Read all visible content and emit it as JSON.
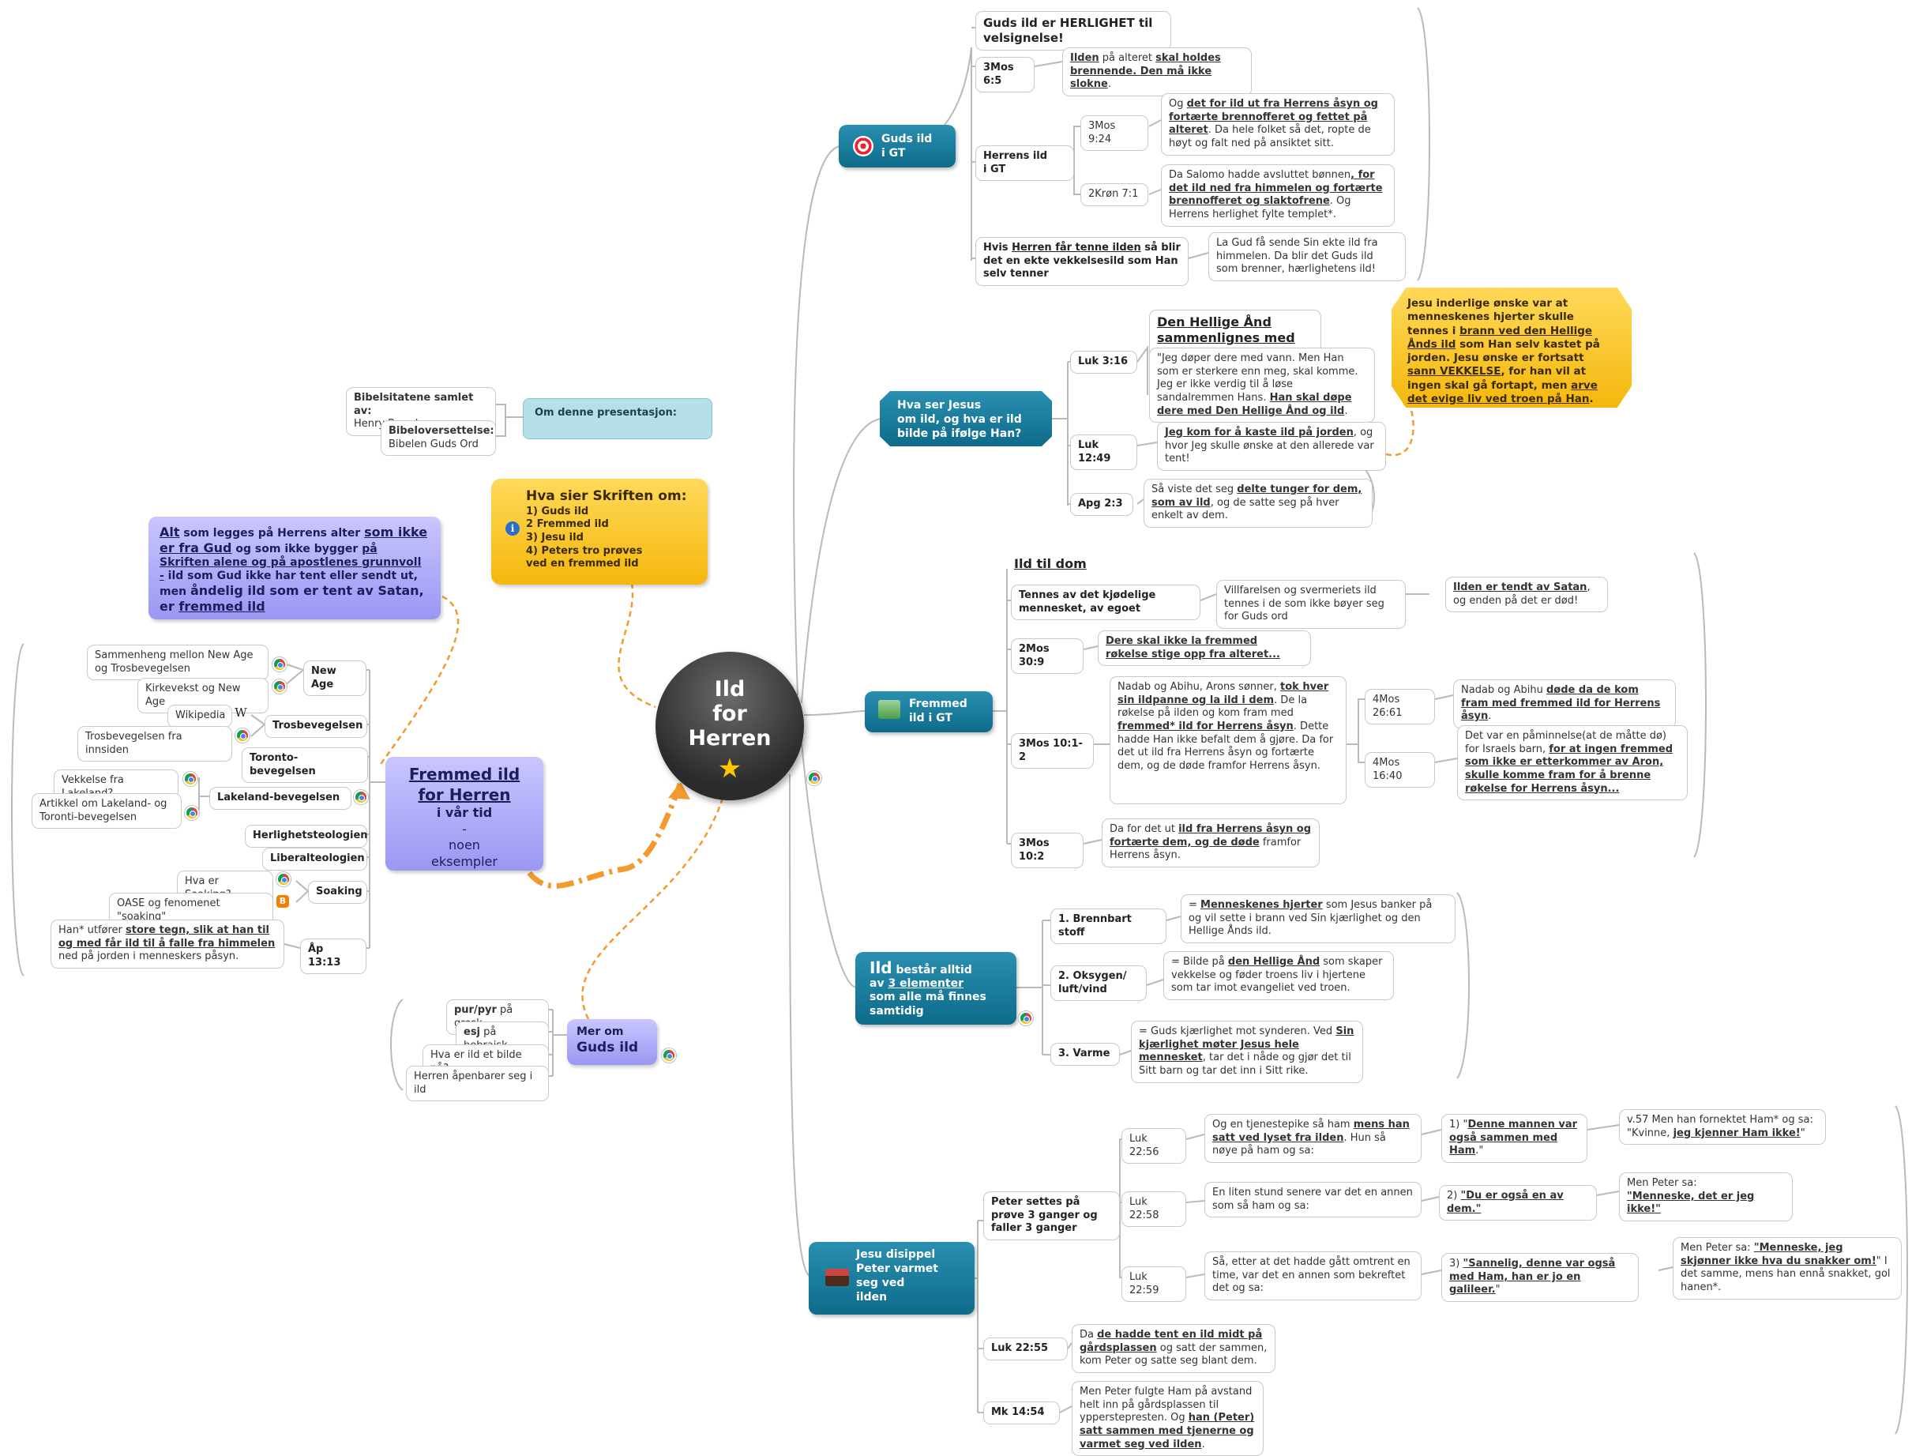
{
  "center": {
    "line1": "Ild",
    "line2": "for",
    "line3": "Herren"
  },
  "about": {
    "title": "Om denne presentasjon:",
    "collected_label": "Bibelsitatene samlet av:",
    "collected_value": "Henry Baardsen",
    "translation_label": "Bibeloversettelse:",
    "translation_value": "Bibelen Guds Ord"
  },
  "scripture": {
    "title": "Hva sier Skriften om:",
    "item1": "1) Guds ild",
    "item2": "2 Fremmed ild",
    "item3": "3) Jesu ild",
    "item4": "4) Peters tro prøves",
    "item5": "ved en fremmed ild"
  },
  "altar": {
    "p1": "Alt",
    "p2": " som legges på Herrens alter ",
    "p3": "som ikke er fra Gud",
    "p4": " og som ikke bygger ",
    "p5": "på Skriften alene og på apostlenes grunnvoll -",
    "p6": " ild som Gud ikke har tent eller sendt ut, men ",
    "p7": "åndelig ild som er tent av Satan, er ",
    "p8": "fremmed ild"
  },
  "strange": {
    "line1": "Fremmed ild",
    "line2": "for Herren",
    "line3": "i vår tid",
    "line4": "-",
    "line5": "noen",
    "line6": "eksempler"
  },
  "left": {
    "new_age": "New Age",
    "na_leaf1": "Sammenheng mellon New Age og Trosbevegelsen",
    "na_leaf2": "Kirkevekst og New Age",
    "tros": "Trosbevegelsen",
    "tros_leaf1": "Wikipedia",
    "tros_leaf2": "Trosbevegelsen fra innsiden",
    "toronto": "Toronto-bevegelsen",
    "lakeland": "Lakeland-bevegelsen",
    "lk_leaf1": "Vekkelse fra Lakeland?",
    "lk_leaf2": "Artikkel om Lakeland- og Toronti-bevegelsen",
    "herlighet": "Herlighetsteologien",
    "liberal": "Liberalteologien",
    "soaking": "Soaking",
    "sk_leaf1": "Hva er Soaking?",
    "sk_leaf2": "OASE og fenomenet \"soaking\"",
    "ap": "Åp 13:13",
    "ap_a": "Han* utfører ",
    "ap_b": "store tegn, slik at han til og med får ild til å falle fra himmelen",
    "ap_c": " ned på jorden i menneskers påsyn."
  },
  "more": {
    "line1": "Mer om",
    "line2": "Guds ild",
    "l1a": "pur/pyr",
    "l1b": " på gresk",
    "l2a": "esj",
    "l2b": " på hebraisk",
    "l3": "Hva er ild et bilde på?",
    "l4": "Herren åpenbarer seg i ild"
  },
  "gt": {
    "topic": "Guds ild\ni GT",
    "glory": "Guds ild er HERLIGHET til velsignelse!",
    "m65": "3Mos 6:5",
    "m65_a": "Ilden",
    "m65_b": " på alteret ",
    "m65_c": "skal holdes brennende. Den må ikke slokne",
    "herrens": "Herrens ild\ni GT",
    "m924": "3Mos 9:24",
    "m924_a": "Og ",
    "m924_b": "det for ild ut fra Herrens åsyn og fortærte brennofferet og fettet på alteret",
    "m924_c": ". Da hele folket så det, ropte de høyt og falt ned på ansiktet sitt.",
    "k71": "2Krøn 7:1",
    "k71_a": "Da Salomo hadde avsluttet bønnen",
    "k71_b": ", for det ild ned fra himmelen og fortærte brennofferet og slaktofrene",
    "k71_c": ". Og Herrens herlighet fylte templet*.",
    "hvis_a": "Hvis ",
    "hvis_b": "Herren får tenne ilden",
    "hvis_c": " så blir det en ekte vekkelsesild som Han selv tenner",
    "hvis_leaf": "La Gud få sende Sin ekte ild fra himmelen. Da blir det Guds ild som brenner, hærlighetens ild!"
  },
  "jesus": {
    "topic": "Hva ser Jesus\nom ild, og hva er ild\nbilde på ifølge Han?",
    "spirit_title": "Den Hellige Ånd sammenlignes med ild",
    "l316": "Luk 3:16",
    "l316_a": "\"Jeg døper dere med vann. Men Han som er sterkere enn meg, skal komme. Jeg er ikke verdig til å løse sandalremmen Hans. ",
    "l316_b": "Han skal døpe dere med Den Hellige Ånd og ild",
    "l1249": "Luk 12:49",
    "l1249_a": "Jeg kom for å kaste ild på jorden",
    "l1249_b": ", og hvor Jeg skulle ønske at den allerede var tent!",
    "ap23": "Apg 2:3",
    "ap23_a": "Så viste det seg ",
    "ap23_b": "delte tunger for dem, som av ild",
    "ap23_c": ", og de satte seg på hver enkelt av dem.",
    "callout_a": "Jesu inderlige ønske var at menneskenes hjerter skulle tennes i ",
    "callout_b": "brann ved den Hellige Ånds ild",
    "callout_c": " som Han selv kastet på jorden. Jesu ønske er fortsatt ",
    "callout_d": "sann VEKKELSE",
    "callout_e": ", for han vil at ingen skal gå fortapt, men ",
    "callout_f": "arve det evige liv ved troen på Han",
    "callout_g": "."
  },
  "fremmed": {
    "topic": "Fremmed\nild i GT",
    "dom": "Ild til dom",
    "tennes": "Tennes av det kjødelige mennesket, av egoet",
    "tennes_leaf": "Villfarelsen og svermeriets ild tennes i de som ikke bøyer seg for Guds ord",
    "tennes_leaf2_a": "Ilden er tendt av Satan",
    "tennes_leaf2_b": ", og enden på det er død!",
    "m309": "2Mos 30:9",
    "m309_leaf": "Dere skal ikke la fremmed røkelse stige opp fra alteret...",
    "m101": "3Mos 10:1-2",
    "m101_a": "Nadab og Abihu, Arons sønner, ",
    "m101_b": "tok hver sin ildpanne og la ild i dem",
    "m101_c": ". De la røkelse på ilden og kom fram med ",
    "m101_d": "fremmed* ild for Herrens åsyn",
    "m101_e": ". Dette hadde Han ikke befalt dem å gjøre. Da for det ut ild fra Herrens åsyn og fortærte dem, og de døde framfor Herrens åsyn.",
    "m2661": "4Mos 26:61",
    "m2661_a": "Nadab og Abihu ",
    "m2661_b": "døde da de kom fram med fremmed ild for Herrens åsyn",
    "m1640": "4Mos 16:40",
    "m1640_a": "Det var en påminnelse(at de måtte dø) for Israels barn, ",
    "m1640_b": "for at ingen fremmed som ikke er etterkommer av Aron, skulle komme fram for å brenne røkelse for Herrens åsyn...",
    "m102": "3Mos 10:2",
    "m102_a": "Da for det ut ",
    "m102_b": "ild fra Herrens åsyn og fortærte dem, og de døde",
    "m102_c": " framfor Herrens åsyn."
  },
  "elements": {
    "t1": "Ild",
    "t2": " består alltid",
    "t3": "av ",
    "t4": "3 elementer",
    "t5": "som alle må finnes",
    "t6": "samtidig",
    "e1": "1. Brennbart stoff",
    "e1_a": "= ",
    "e1_b": "Menneskenes hjerter",
    "e1_c": " som Jesus banker på og vil sette i brann ved Sin kjærlighet og den Hellige Ånds ild.",
    "e2": "2. Oksygen/\nluft/vind",
    "e2_a": "= Bilde på ",
    "e2_b": "den Hellige Ånd",
    "e2_c": " som skaper vekkelse og føder troens liv i hjertene som tar imot evangeliet ved troen.",
    "e3": "3. Varme",
    "e3_a": "= Guds kjærlighet mot synderen. Ved ",
    "e3_b": "Sin kjærlighet møter Jesus hele mennesket",
    "e3_c": ", tar det i nåde og gjør det til Sitt barn og tar det inn i Sitt rike."
  },
  "peter": {
    "topic": "Jesu disippel\nPeter varmet\nseg ved\nilden",
    "prove": "Peter settes på prøve 3 ganger og faller 3 ganger",
    "l2256": "Luk 22:56",
    "l2256_a": "Og en tjenestepike så ham ",
    "l2256_b": "mens han satt ved lyset fra ilden",
    "l2256_c": ". Hun så nøye på ham og sa:",
    "q1_a": "1) \"",
    "q1_b": "Denne mannen var også sammen med Ham",
    "q1_c": ".\"",
    "a1_a": "v.57 Men han fornektet Ham* og sa: \"Kvinne, ",
    "a1_b": "jeg kjenner Ham ikke!",
    "a1_c": "\"",
    "l2258": "Luk 22:58",
    "l2258_a": "En liten stund senere var det en annen som så ham og sa:",
    "q2_a": "2) ",
    "q2_b": "\"Du er også en av dem.\"",
    "a2_a": "Men Peter sa:",
    "a2_b": "\"Menneske, det er jeg ikke!\"",
    "l2259": "Luk 22:59",
    "l2259_a": "Så, etter at det hadde gått omtrent en time, var det en annen som bekreftet det og sa:",
    "q3_a": "3) ",
    "q3_b": "\"Sannelig, denne var også med Ham, han er jo en galileer.",
    "q3_c": "\"",
    "a3_a": "Men Peter sa: ",
    "a3_b": "\"Menneske, jeg skjønner ikke hva du snakker om!",
    "a3_c": "\" I det samme, mens han ennå snakket, gol hanen*.",
    "l2255": "Luk 22:55",
    "l2255_a": "Da ",
    "l2255_b": "de hadde tent en ild midt på gårdsplassen",
    "l2255_c": " og satt der sammen, kom Peter og satte seg blant dem.",
    "mk1454": "Mk 14:54",
    "mk1454_a": "Men Peter fulgte Ham på avstand helt inn på gårdsplassen til ypperstepresten. Og ",
    "mk1454_b": "han (Peter) satt sammen med tjenerne og varmet seg ved ilden",
    "mk1454_c": "."
  },
  "icons": {
    "info": "i",
    "wiki": "W",
    "blogger": "B"
  },
  "colors": {
    "teal": "#0e6b8a",
    "purple": "#9a97f3",
    "gold": "#f5b70c",
    "center": "#2b2b2b",
    "orange_link": "#f29a2e"
  }
}
